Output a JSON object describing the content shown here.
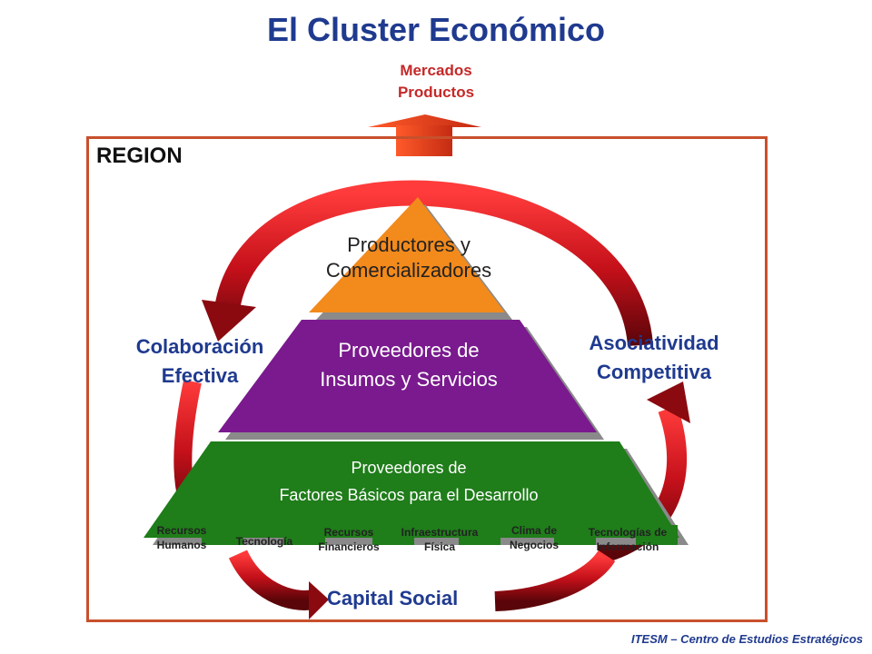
{
  "title": "El Cluster Económico",
  "markets": {
    "line1": "Mercados",
    "line2": "Productos"
  },
  "region": "REGION",
  "colaboracion": {
    "line1": "Colaboración",
    "line2": "Efectiva"
  },
  "asociatividad": {
    "line1": "Asociatividad",
    "line2": "Competitiva"
  },
  "capital": "Capital Social",
  "tiers": {
    "top": {
      "line1": "Productores y",
      "line2": "Comercializadores"
    },
    "middle": {
      "line1": "Proveedores de",
      "line2": "Insumos y Servicios"
    },
    "bottom": {
      "line1": "Proveedores de",
      "line2": "Factores Básicos para el Desarrollo"
    }
  },
  "factors": {
    "rrhh": {
      "line1": "Recursos",
      "line2": "Humanos"
    },
    "tecnologia": "Tecnología",
    "financieros": {
      "line1": "Recursos",
      "line2": "Financieros"
    },
    "infra": {
      "line1": "Infraestructura",
      "line2": "Física"
    },
    "clima": {
      "line1": "Clima de",
      "line2": "Negocios"
    },
    "ti": {
      "line1": "Tecnologías de",
      "line2": "Información"
    }
  },
  "footer": "ITESM – Centro de Estudios Estratégicos",
  "colors": {
    "title": "#1f3a8f",
    "markets": "#c62828",
    "orange": "#f28a1c",
    "purple": "#7a1a8e",
    "green": "#1f7d1a",
    "arrow": "#b3121a",
    "border": "#c8502c"
  }
}
